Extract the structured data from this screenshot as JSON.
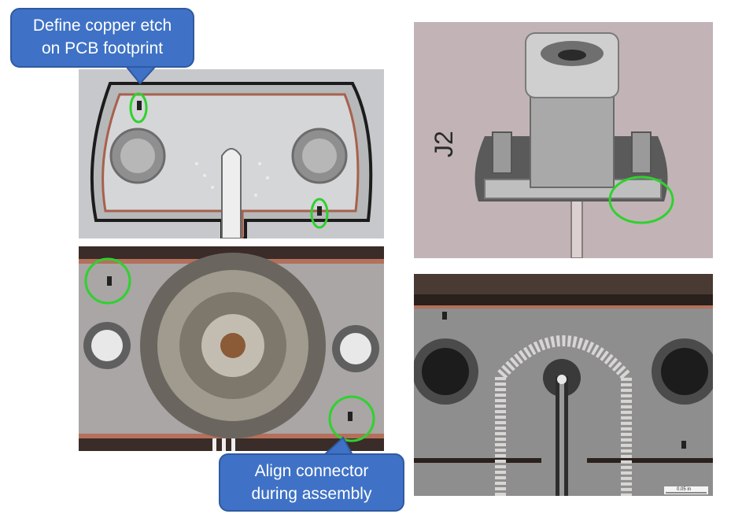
{
  "callouts": {
    "define_etch": {
      "line1": "Define copper etch",
      "line2": "on PCB footprint"
    },
    "align_connector": {
      "line1": "Align connector",
      "line2": "during assembly"
    }
  },
  "photos": {
    "connector_label": "J2",
    "scale_bar_label": "0.05 in"
  },
  "colors": {
    "callout_fill": "#3f72c6",
    "highlight_circle": "#2fd12f",
    "copper": "#b8846a",
    "metal": "#c9c9c9"
  }
}
